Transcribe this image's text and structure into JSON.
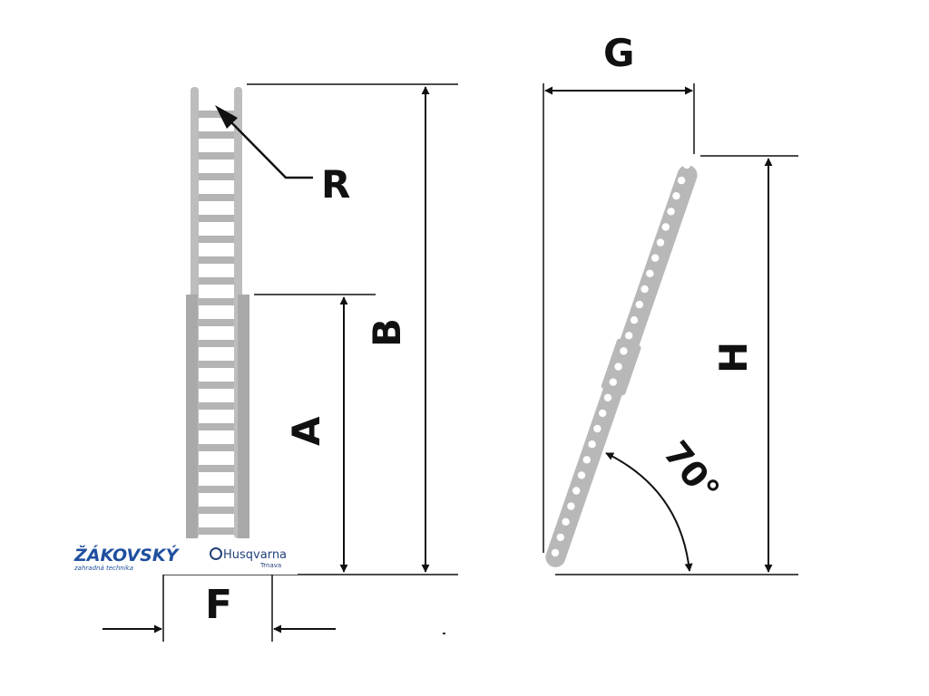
{
  "labels": {
    "R": "R",
    "B": "B",
    "A": "A",
    "F": "F",
    "G": "G",
    "H": "H",
    "angle": "70°"
  },
  "logos": {
    "zakovsky": "ŽÁKOVSKÝ",
    "zakovsky_sub": "zahradná technika",
    "husqvarna": "Husqvarna",
    "husqvarna_sub": "Trnava"
  },
  "colors": {
    "ladder": "#b9b9b9",
    "ladder_dark": "#9e9e9e",
    "line": "#111111",
    "brand": "#1f4f9e"
  }
}
